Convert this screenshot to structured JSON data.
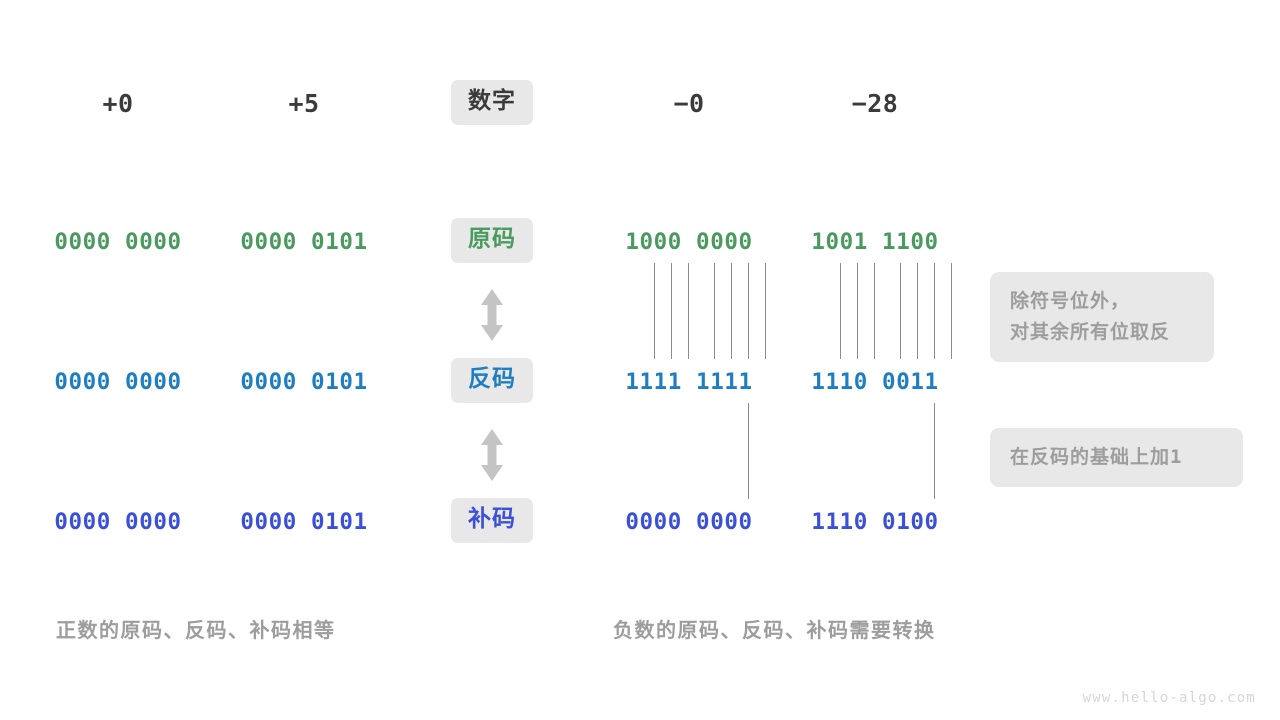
{
  "header": {
    "label": "数字",
    "numbers": [
      "+0",
      "+5",
      "−0",
      "−28"
    ]
  },
  "rows": [
    {
      "label": "原码",
      "color": "#4a9a5f",
      "values": [
        "0000 0000",
        "0000 0101",
        "1000 0000",
        "1001 1100"
      ]
    },
    {
      "label": "反码",
      "color": "#1f7ec2",
      "values": [
        "0000 0000",
        "0000 0101",
        "1111 1111",
        "1110 0011"
      ]
    },
    {
      "label": "补码",
      "color": "#3a50d8",
      "values": [
        "0000 0000",
        "0000 0101",
        "0000 0000",
        "1110 0100"
      ]
    }
  ],
  "annotations": {
    "invert": {
      "line1": "除符号位外，",
      "line2": "对其余所有位取反"
    },
    "add_one": {
      "text": "在反码的基础上加",
      "value": "1"
    }
  },
  "captions": {
    "left": "正数的原码、反码、补码相等",
    "right": "负数的原码、反码、补码需要转换"
  },
  "watermark": "www.hello-algo.com",
  "colors": {
    "badge_bg": "#e8e8e8",
    "text_dark": "#3b3b3b",
    "text_muted": "#9d9d9d",
    "tick_line": "#8a8a8a",
    "arrow": "#c4c4c4",
    "watermark": "#d6d6d6"
  }
}
